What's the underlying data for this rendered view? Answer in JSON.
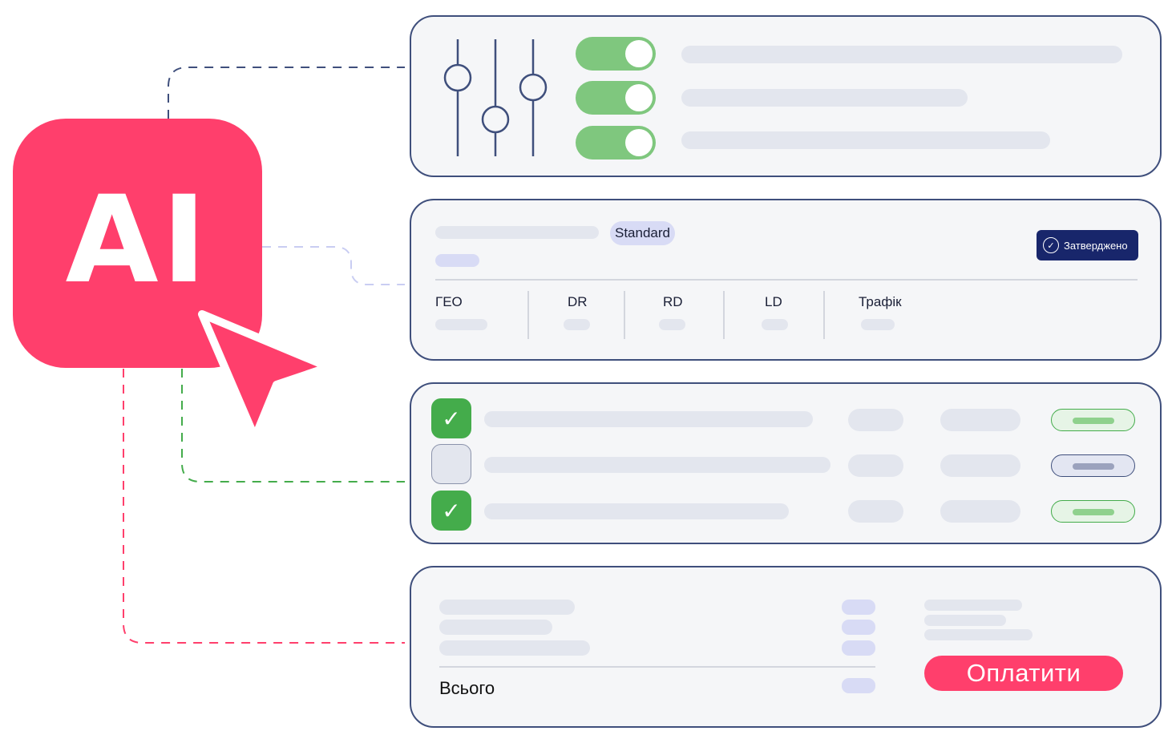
{
  "ai_tile": {
    "label": "AI"
  },
  "plan": {
    "badge": "Standard",
    "status": "Затверджено",
    "columns": [
      "ГЕО",
      "DR",
      "RD",
      "LD",
      "Трафік"
    ]
  },
  "checkout": {
    "total_label": "Всього",
    "pay_button": "Оплатити"
  },
  "colors": {
    "accent": "#ff3f6c",
    "navy": "#18266b",
    "border": "#3f4f7c",
    "green": "#44ac4b",
    "toggle_green": "#7fc77e",
    "placeholder": "#e3e6ee",
    "lavender": "#d8dbf5"
  }
}
